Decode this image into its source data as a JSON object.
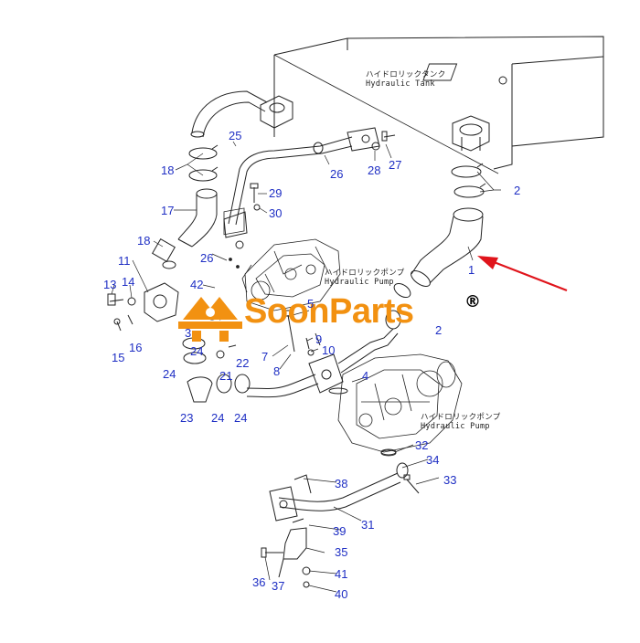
{
  "brand": {
    "name": "SoonParts",
    "registered_mark": "®",
    "color": "#f29111"
  },
  "labels": {
    "hydraulic_tank_jp": "ハイドロリックタンク",
    "hydraulic_tank_en": "Hydraulic Tank",
    "hydraulic_pump_jp": "ハイドロリックポンプ",
    "hydraulic_pump_en": "Hydraulic Pump",
    "hydraulic_pump2_jp": "ハイドロリックポンプ",
    "hydraulic_pump2_en": "Hydraulic Pump"
  },
  "part_numbers": {
    "p1": "1",
    "p2": "2",
    "p2b": "2",
    "p3": "3",
    "p4": "4",
    "p5": "5",
    "p7": "7",
    "p8": "8",
    "p9": "9",
    "p10": "10",
    "p11": "11",
    "p13": "13",
    "p14": "14",
    "p15": "15",
    "p16": "16",
    "p17": "17",
    "p18a": "18",
    "p18b": "18",
    "p21": "21",
    "p22": "22",
    "p23": "23",
    "p24a": "24",
    "p24b": "24",
    "p24c": "24",
    "p24d": "24",
    "p25": "25",
    "p26a": "26",
    "p26b": "26",
    "p27": "27",
    "p28": "28",
    "p29": "29",
    "p30": "30",
    "p31": "31",
    "p32": "32",
    "p33": "33",
    "p34": "34",
    "p35": "35",
    "p36": "36",
    "p37": "37",
    "p38": "38",
    "p39": "39",
    "p40": "40",
    "p41": "41",
    "p42": "42"
  },
  "colors": {
    "callout": "#1f2fc4",
    "arrow": "#e0141b",
    "line": "#222222"
  }
}
